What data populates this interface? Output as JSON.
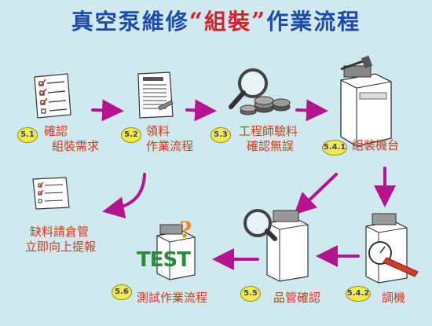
{
  "title": {
    "prefix": "真空泵維修",
    "open_quote": "“",
    "highlight": "組裝",
    "close_quote": "”",
    "suffix": "作業流程"
  },
  "steps": [
    {
      "number": "5.1",
      "line1": "確認",
      "line2": "組裝需求"
    },
    {
      "number": "5.2",
      "line1": "領料",
      "line2": "作業流程"
    },
    {
      "number": "5.3",
      "line1": "工程師驗料",
      "line2": "確認無誤"
    },
    {
      "number": "5.4.1",
      "line1": "組裝機台"
    },
    {
      "number": "5.4.2",
      "line1": "調機"
    },
    {
      "number": "5.5",
      "line1": "品管確認"
    },
    {
      "number": "5.6",
      "line1": "測試作業流程"
    }
  ],
  "side_note": {
    "line1": "缺料請倉管",
    "line2": "立即向上提報"
  },
  "test_sign": "TEST",
  "question_mark": "?",
  "colors": {
    "background": "#cfe9ef",
    "title": "#1f4aa8",
    "title_highlight": "#d4202a",
    "label_text": "#cc3b1f",
    "arrow": "#b5148e",
    "badge": "#f4ea46"
  }
}
